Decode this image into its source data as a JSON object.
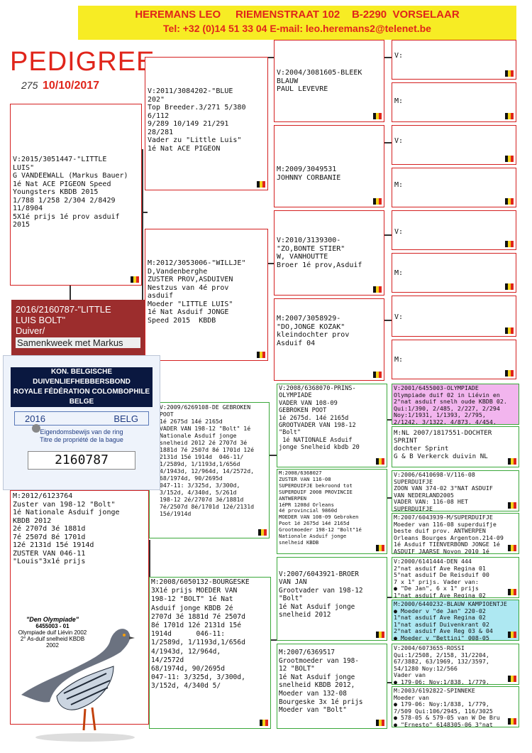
{
  "header": {
    "line1": "HEREMANS LEO     RIEMENSTRAAT 102    B-2290  VORSELAAR",
    "line2": "Tel: +32 (0)14 51 33 04   E-mail: leo.heremans2@telenet.be"
  },
  "title": "PEDIGREE",
  "handwritten_note": "275",
  "date": "10/10/2017",
  "subject": {
    "ring": "2016/2160787-\"LITTLE",
    "ring2": "LUIS BOLT\"",
    "sex": "Duiver/",
    "note": "Samenkweek met Markus"
  },
  "ring_card": {
    "line1": "KON. BELGISCHE DUIVENLIEFHEBBERSBOND",
    "line2": "ROYALE FÉDÉRATION COLOMBOPHILE BELGE",
    "year": "2016",
    "country": "BELG",
    "owner1": "Eigendomsbewijs van de ring",
    "owner2": "Titre de propriété de la bague",
    "number": "2160787"
  },
  "pigeon_caption": {
    "name": "\"Den Olympiade\"",
    "ring": "6455003 - 01",
    "line1": "Olympiade duif Liévin 2002",
    "line2": "2° As-duif snelheid KBDB 2002"
  },
  "boxes": {
    "father": "V:2015/3051447-\"LITTLE\nLUIS\"\nG VANDEEWALL (Markus Bauer)\n1é Nat ACE PIGEON Speed\nYoungsters KBDB 2015\n1/788 1/258 2/304 2/8429\n11/8904\n5X1é prijs 1é prov asduif\n2015",
    "mother": "M:2012/6123764\nZuster van 198-12 \"Bolt\"\n1é Nationale Asduif jonge\nKBDB 2012\n2é 2707d 3é 1881d\n7é 2507d 8é 1701d\n12é 2131d 15é 1914d\nZUSTER VAN 046-11\n\"Louis\"3x1é prijs",
    "ff": "V:2011/3084202-\"BLUE\n202\"\nTop Breeder.3/271 5/380\n6/112\n9/289 10/149 21/291\n28/281\nVader zu \"Little Luis\"\n1é Nat ACE PIGEON",
    "fm": "M:2012/3053006-\"WILLJE\"\nD,Vandenberghe\nZUSTER PROV,ASDUIVEN\nNestzus van 4é prov\nasduif\nMoeder \"LITTLE LUIS\"\n1é Nat Asduif JONGE\nSpeed 2015  KBDB",
    "mf": "V:2009/6269108-DE GEBROKEN POOT\n1é 2675d 14é 2165d\nVADER VAN 198-12 \"Bolt\" 1é\nNationale Asduif jonge\nsnelheid 2012 2é 2707d 3é\n1881d 7é 2507d 8é 1701d 12é\n2131d 15é 1914d  046-11/\n1/2589d, 1/1193d,1/656d\n4/1943d, 12/964d, 14/2572d,\n68/1974d, 90/2695d\n047-11: 3/325d, 3/300d,\n3/152d, 4/340d, 5/261d\n198-12 2é/2707d 3é/1881d\n7é/2507d 8é/1701d 12é/2131d\n15é/1914d",
    "mm": "M:2008/6050132-BOURGESKE\n3X1é prijs MOEDER VAN\n198-12 \"BOLT\" 1é Nat\nAsduif jonge KBDB 2é\n2707d 3é 1881d 7é 2507d\n8é 1701d 12é 2131d 15é\n1914d      046-11:\n1/2589d, 1/1193d,1/656d\n4/1943d, 12/964d,\n14/2572d\n68/1974d, 90/2695d\n047-11: 3/325d, 3/300d,\n3/152d, 4/340d 5/",
    "fff": "V:2004/3081605-BLEEK\nBLAUW\nPAUL LEVEVRE",
    "ffm": "M:2009/3049531\nJOHNNY CORBANIE",
    "fmf": "V:2010/3139300-\n\"ZO,BONTE STIER\"\nW, VANHOUTTE\nBroer 1é prov,Asduif",
    "fmm": "M:2007/3058929-\n\"DO,JONGE KOZAK\"\nkleindochter prov\nAsduif 04",
    "mff": "V:2008/6368070-PRINS-\nOLYMPIADE\nVADER VAN 108-09\nGEBROKEN POOT\n1é 2675d. 14é 2165d\nGROOTVADER VAN 198-12\n\"Bolt\"\n 1é NATIONALE Asduif\njonge Snelheid kbdb 20",
    "mfm": "M:2008/6368027\nZUSTER VAN 116-08\nSUPERDUIFJE bekroond tot\nSUPERDUIF 2008 PROVINCIE\nANTWERPEN\n1éPR 1208d Orleans\n4é provincial 9860d\nMOEDER VAN 108-09 Gebroken\nPoot 1é 2675d 14é 2165d\nGrootmoeder 198-12 \"Bolt\"1é\nNationale Asduif jonge\nsnelheid KBDB",
    "mmf": "V:2007/6043921-BROER\nVAN JAN\nGrootvader van 198-12\n\"Bolt\"\n1é Nat Asduif jonge\nsnelheid 2012",
    "mmm": "M:2007/6369517\nGrootmoeder van 198-\n12 \"BOLT\"\n1é Nat Asduif jonge\nsnelheid KBDB 2012,\nMoeder van 132-08\nBourgeske 3x 1é prijs\nMoeder van \"Bolt\"",
    "g1": "V:",
    "g2": "M:",
    "g3": "V:",
    "g4": "M:",
    "g5": "V:",
    "g6": "M:",
    "g7": "V:",
    "g8": "M:",
    "g9": "V:2001/6455003-OLYMPIADE\nOlympiade duif 02 in Liévin en\n2°nat asduif snelh oude KBDB 02.\nQui:1/390, 2/485, 2/227, 2/294\nNoy:1/1931, 1/1393, 2/795,\n2/1242, 3/1322, 4/873, 4/454.",
    "g10": "M:NL 2007/1817551-DOCHTER\nSPRINT\ndochter Sprint\nG & B Verkerck duivin NL",
    "g11": "V:2006/6410698-V/116-08\nSUPERDUIFJE\nZOON VAN 374-02 3°NAT ASDUIF\nVAN NEDERLAND2005\nVADER VAN: 116-08 HET\nSUPERDUIFJE",
    "g12": "M:2007/6043939-M/SUPERDUIFJE\nMoeder van 116-08 superduifje\nbeste duif prov. ANTWERPEN\nOrleans Bourges Argenton.214-09\n1é Asduif TIENVERBOND JONGE 1é\nASDUIF JAARSE Noyon 2010 1é",
    "g13": "V:2000/6141444-DEN 444\n2°nat asduif Ave Regina 01\n5°nat asduif De Reisduif 00\n7 x 1° prijs. Vader van:\n● \"De Jan\", 6 x 1° prijs\n1°nat asduif Ave Regina 02",
    "g14": "M:2000/6440232-BLAUW KAMPIOENTJE\n● Moeder v \"de Jan\" 220-02\n1°nat asduif Ave Regina 02\n1°nat asduif Duivenkrant 02\n2°nat asduif Ave Reg 03 & 04\n● Moeder v \"Bettini\" 008-05",
    "g15": "V:2004/6073655-ROSSI\nQui:1/2508, 2/158, 31/2204,\n67/3882, 63/1969, 132/3597,\n54/1280 Noy:12/566\nVader van\n● 179-06: Noy:1/838, 1/779,",
    "g16": "M:2003/6192822-SPINNEKE\nMoeder van\n● 179-06: Noy:1/838, 1/779,\n7/509 Qui:106/2945, 116/3025\n● 578-05 & 579-05 van W De Bru\n● \"Ernesto\" 6148305-06 3°nat"
  },
  "colors": {
    "accent_red": "#e0251b",
    "header_yellow": "#f7ec24",
    "border_red": "#d42020",
    "border_green": "#3aa83a",
    "highlight_pink": "#f2b5ee",
    "highlight_cyan": "#aee8f2",
    "subject_bg": "#9c2d2d"
  }
}
